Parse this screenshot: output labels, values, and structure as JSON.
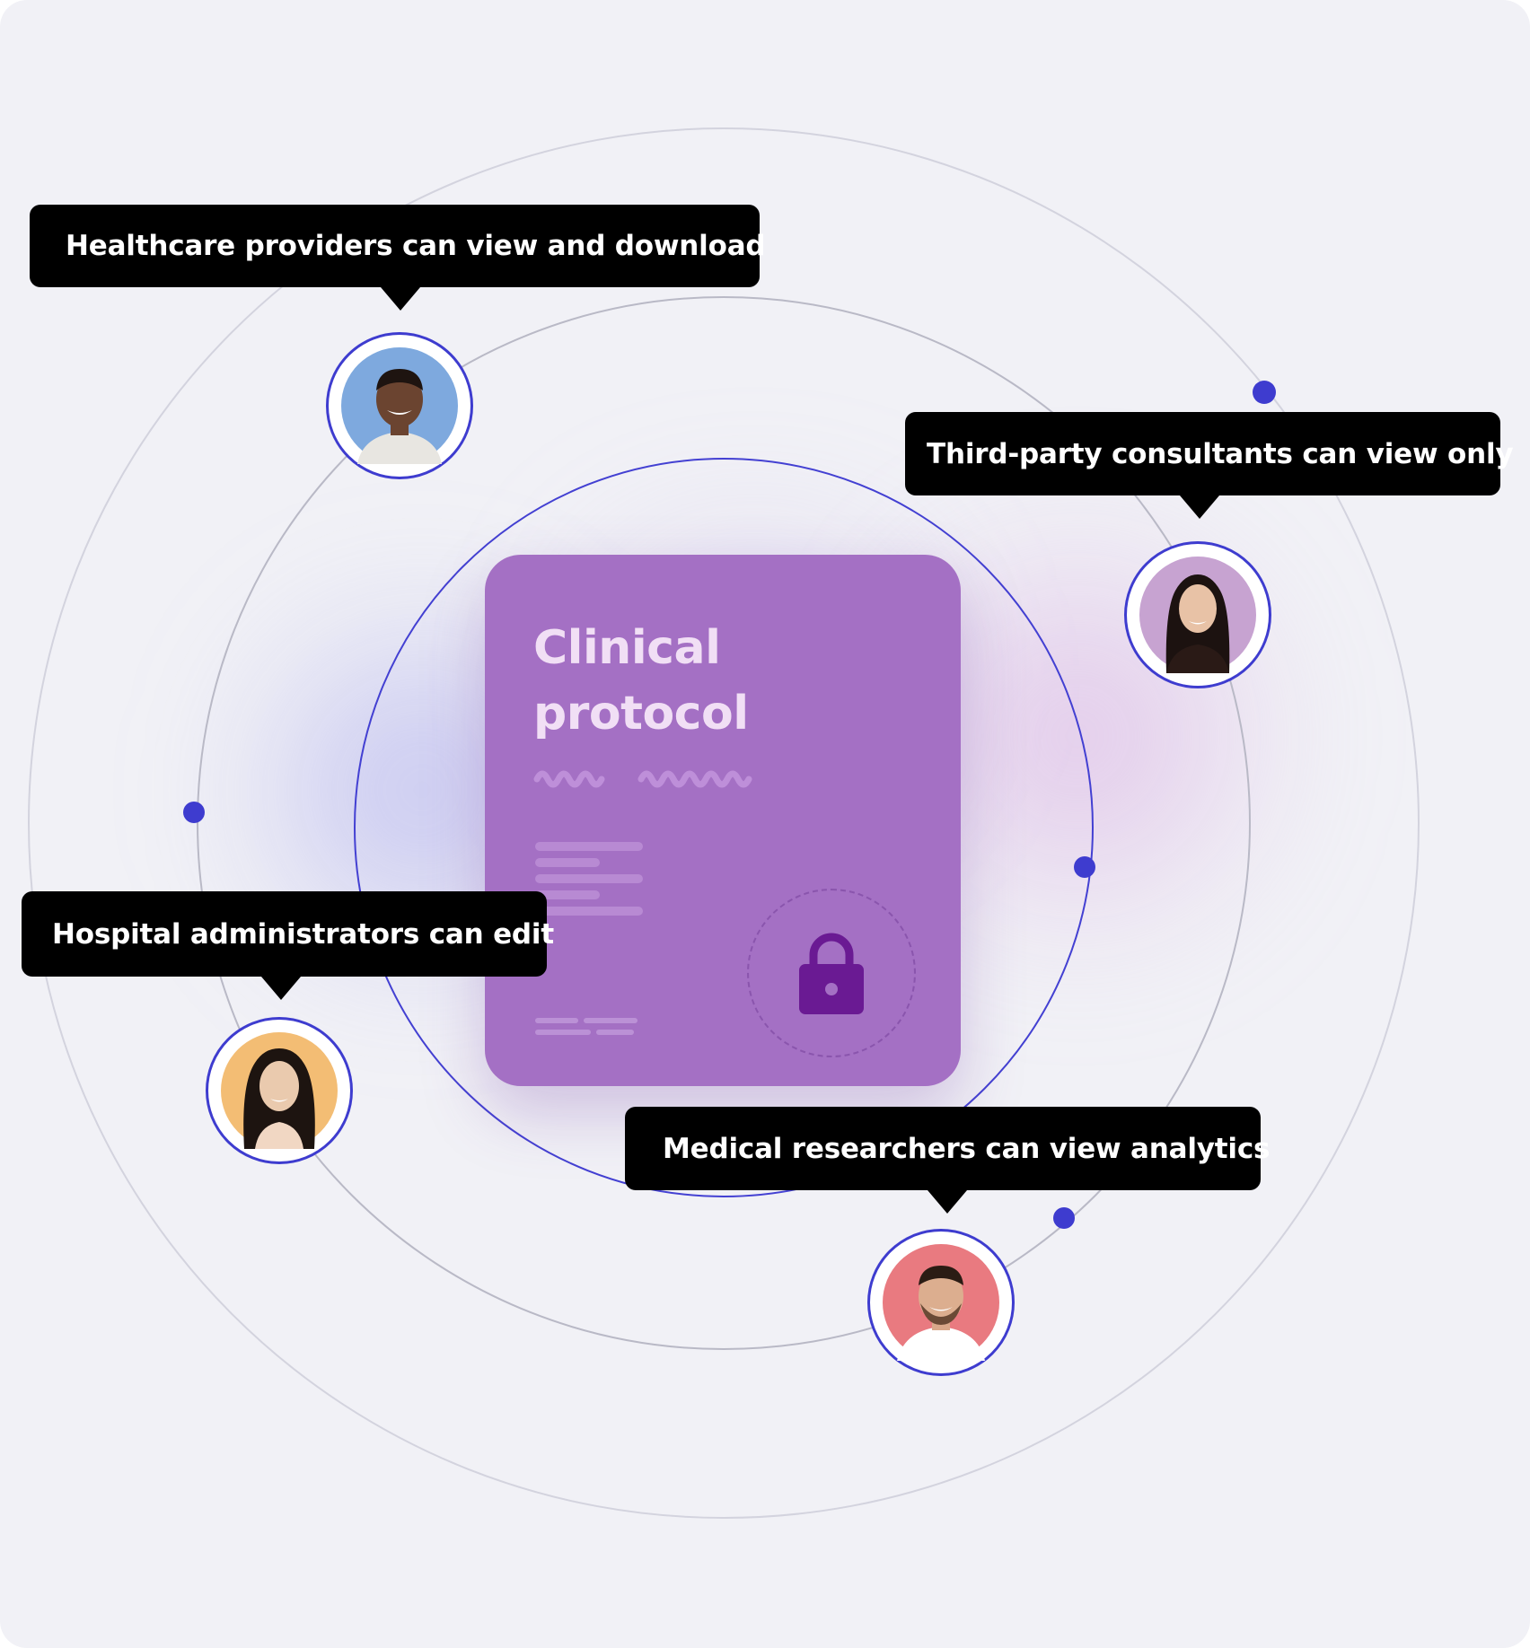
{
  "card": {
    "title_line1": "Clinical",
    "title_line2": "protocol",
    "icon": "lock-icon"
  },
  "permissions": [
    {
      "role": "healthcare-providers",
      "label": "Healthcare providers can view and download",
      "avatar_bg": "#7ea9de"
    },
    {
      "role": "third-party-consultants",
      "label": "Third-party consultants can view only",
      "avatar_bg": "#c7a3d1"
    },
    {
      "role": "hospital-administrators",
      "label": "Hospital administrators can edit",
      "avatar_bg": "#f3bd74"
    },
    {
      "role": "medical-researchers",
      "label": "Medical researchers can view analytics",
      "avatar_bg": "#e97a80"
    }
  ],
  "colors": {
    "background": "#f1f1f6",
    "card": "#a470c4",
    "accent": "#3e3ccf",
    "tooltip": "#000000",
    "lock": "#6a1a93"
  }
}
